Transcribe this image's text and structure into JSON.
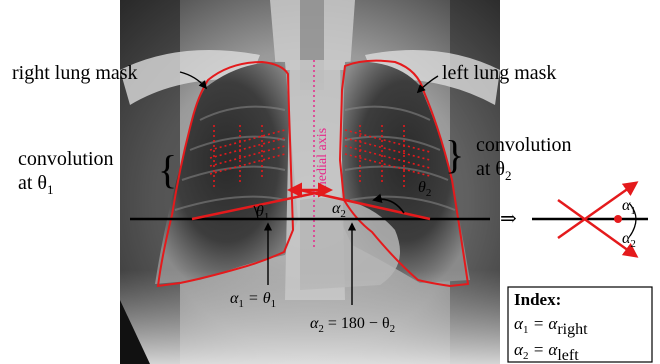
{
  "labels": {
    "right_lung_mask": "right lung mask",
    "left_lung_mask": "left lung mask",
    "medial_axis": "medial axis",
    "conv_left_line1": "convolution",
    "conv_left_line2": "at θ",
    "conv_left_sub": "1",
    "conv_right_line1": "convolution",
    "conv_right_line2": "at θ",
    "conv_right_sub": "2",
    "theta1": "θ",
    "theta1_sub": "1",
    "theta2": "θ",
    "theta2_sub": "2",
    "alpha2_mark": "α",
    "alpha2_mark_sub": "2",
    "eq1_lhs": "α",
    "eq1_lhs_sub": "1",
    "eq1_rhs": " = θ",
    "eq1_rhs_sub": "1",
    "eq2_lhs": "α",
    "eq2_lhs_sub": "2",
    "eq2_rhs": " = 180 − θ",
    "eq2_rhs_sub": "2",
    "implies": "⇒",
    "small_alpha1": "α",
    "small_alpha1_sub": "1",
    "small_alpha2": "α",
    "small_alpha2_sub": "2"
  },
  "index_box": {
    "title": "Index:",
    "row1_lhs": "α",
    "row1_lhs_sub": "1",
    "row1_mid": " = α",
    "row1_rhs_sub": "right",
    "row2_lhs": "α",
    "row2_lhs_sub": "2",
    "row2_mid": " = α",
    "row2_rhs_sub": "left"
  },
  "colors": {
    "mask": "#e41a1c",
    "medial_axis": "#e7298a",
    "xray_dark": "#0b0b0b",
    "xray_light": "#d9d9d9"
  }
}
